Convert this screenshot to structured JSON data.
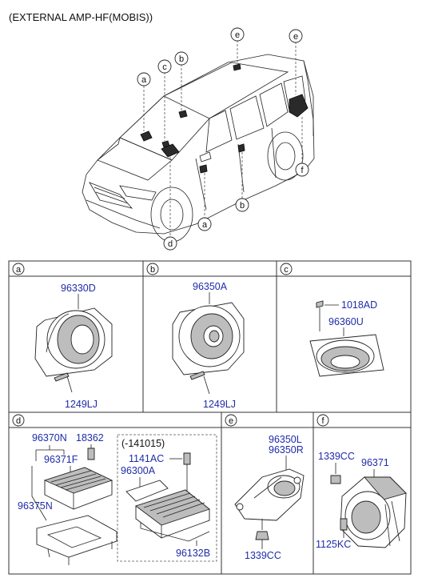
{
  "title": "(EXTERNAL AMP-HF(MOBIS))",
  "car_callouts": [
    "a",
    "b",
    "c",
    "d",
    "e",
    "e",
    "f",
    "a",
    "b"
  ],
  "panels": {
    "a": {
      "letter": "a",
      "main_part": "96330D",
      "screw": "1249LJ"
    },
    "b": {
      "letter": "b",
      "main_part": "96350A",
      "screw": "1249LJ"
    },
    "c": {
      "letter": "c",
      "screw": "1018AD",
      "main_part": "96360U"
    },
    "d": {
      "letter": "d",
      "parts": [
        "96370N",
        "18362",
        "96371F",
        "96375N"
      ],
      "inset": {
        "note": "(-141015)",
        "bolt": "1141AC",
        "amp": "96300A",
        "bracket": "96132B"
      }
    },
    "e": {
      "letter": "e",
      "part_l": "96350L",
      "part_r": "96350R",
      "nut": "1339CC"
    },
    "f": {
      "letter": "f",
      "nut": "1339CC",
      "main_part": "96371",
      "screw": "1125KC"
    }
  }
}
